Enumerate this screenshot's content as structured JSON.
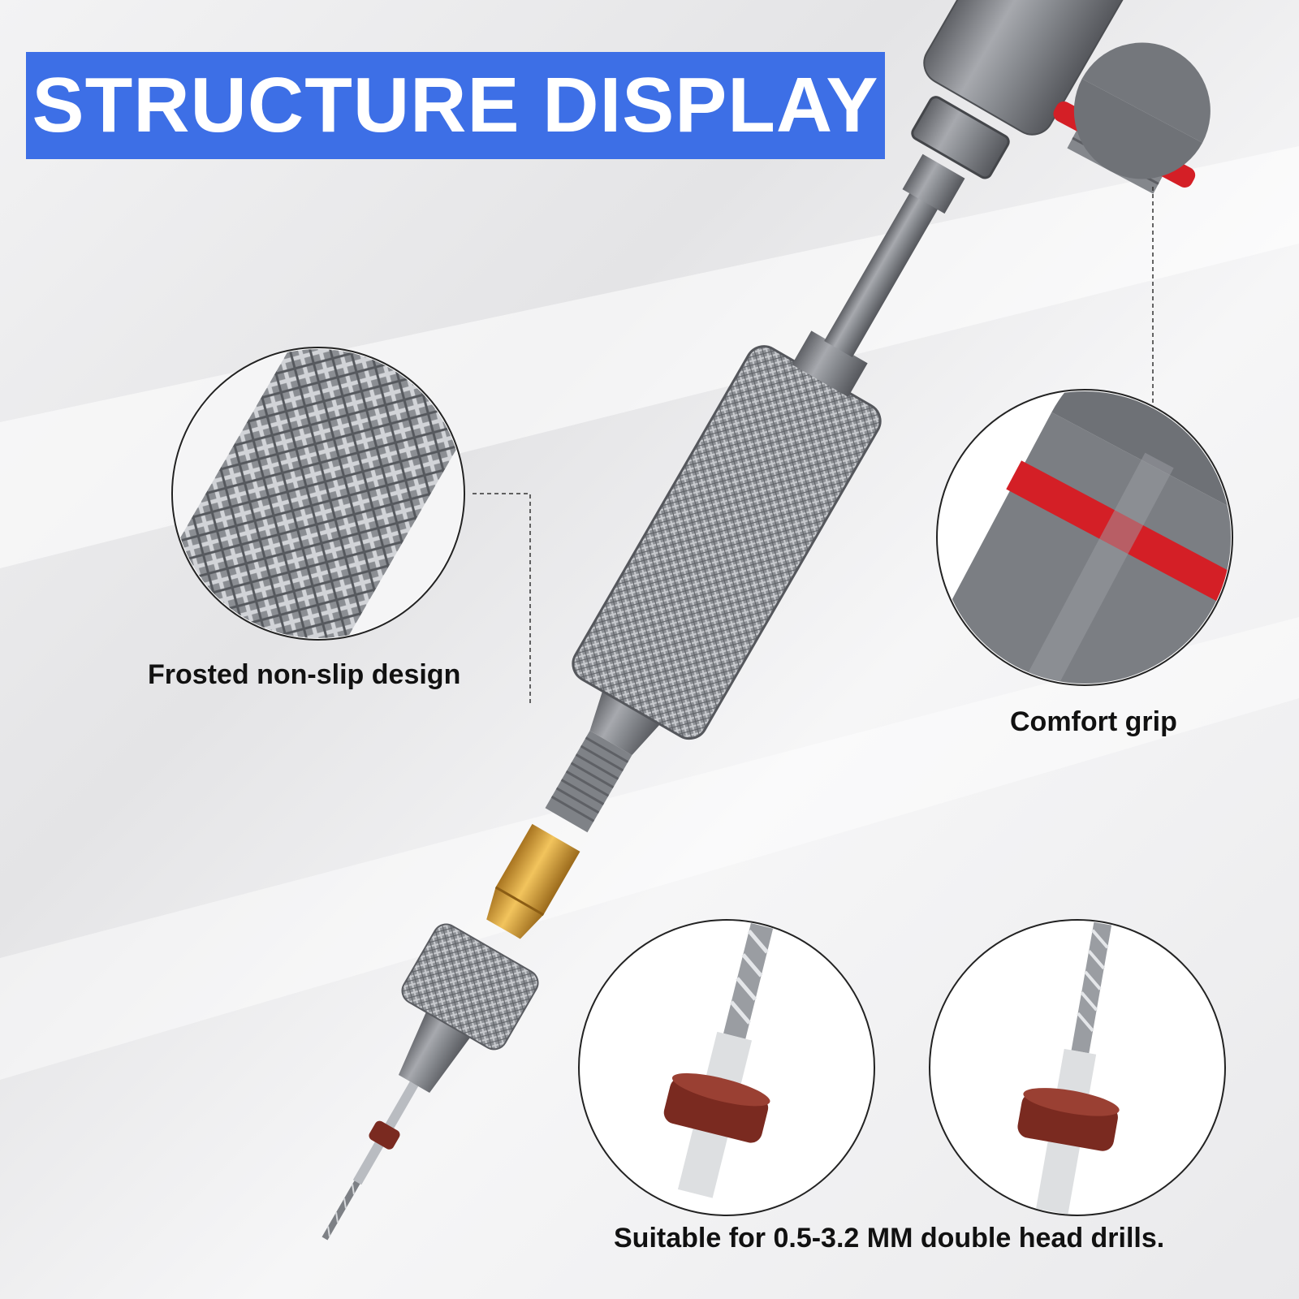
{
  "banner": {
    "title": "STRUCTURE DISPLAY"
  },
  "captions": {
    "frosted": "Frosted non-slip design",
    "grip": "Comfort grip",
    "drills": "Suitable for 0.5-3.2 MM double head drills."
  },
  "colors": {
    "banner": "#3d6fe6",
    "aluminum": "#8a8d92",
    "red_ring": "#d41f26",
    "brass": "#d9a441",
    "collar": "#7a2a20"
  },
  "icons": [
    "magnifier-knurl",
    "magnifier-grip",
    "magnifier-drill-bit"
  ]
}
